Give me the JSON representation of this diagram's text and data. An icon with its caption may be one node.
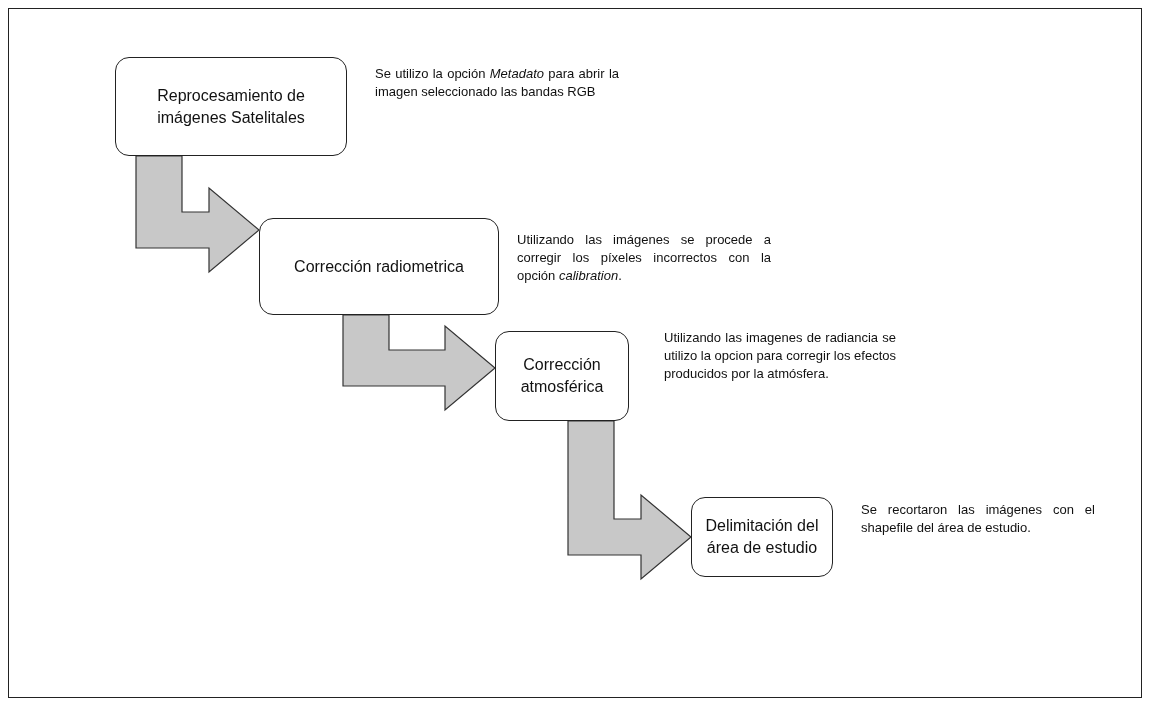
{
  "diagram": {
    "nodes": [
      {
        "text": [
          "Reprocesamiento de imágenes Satelitales"
        ],
        "beside": [
          "Se utilizo la opción *Metadato* para abrir la imagen seleccionado las bandas RGB"
        ]
      },
      {
        "text": [
          "Corrección radiometrica"
        ],
        "beside": [
          "Utilizando las imágenes se procede a corregir los píxeles incorrectos con la opción *calibration*."
        ]
      },
      {
        "text": [
          "Corrección atmosférica"
        ],
        "beside": [
          "Utilizando las imagenes de radiancia se utilizo la opcion para corregir los efectos producidos por la atmósfera."
        ]
      },
      {
        "text": [
          "Delimitación del área de estudio"
        ],
        "beside": [
          "Se recortaron las imágenes con el shapefile del área de estudio."
        ]
      }
    ],
    "edges": [
      {
        "from": 0,
        "to": 1,
        "arrow": "to"
      },
      {
        "from": 1,
        "to": 2,
        "arrow": "to"
      },
      {
        "from": 2,
        "to": 3,
        "arrow": "to"
      }
    ]
  }
}
